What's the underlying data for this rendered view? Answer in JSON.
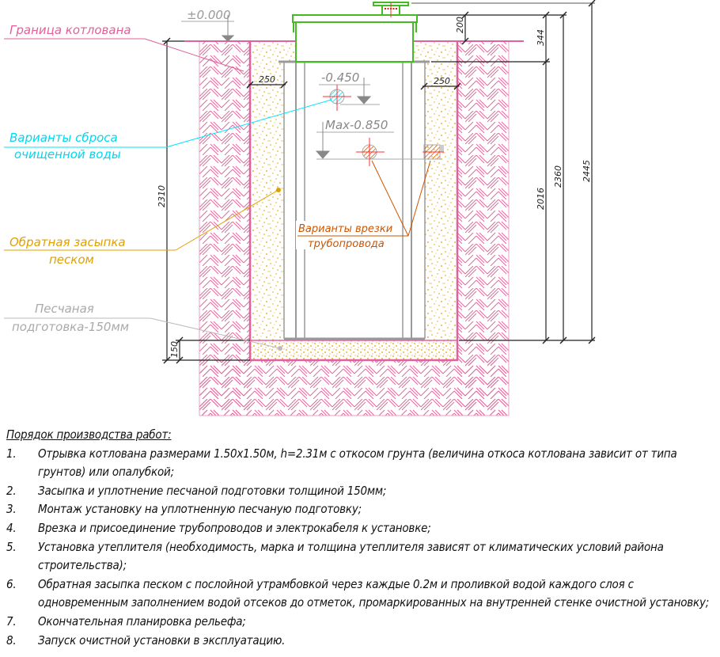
{
  "drawing": {
    "level_zero": "±0.000",
    "level_outlet": "-0.450",
    "level_inlet": "Max-0.850",
    "dims": {
      "d200": "200",
      "d344": "344",
      "d2016": "2016",
      "d2360": "2360",
      "d2445": "2445",
      "d2310": "2310",
      "d150": "150",
      "d250_left": "250",
      "d250_right": "250"
    },
    "labels": {
      "pit_boundary": "Граница котлована",
      "discharge_1": "Варианты сброса",
      "discharge_2": "очищенной воды",
      "backfill_1": "Обратная засыпка",
      "backfill_2": "песком",
      "bedding_1": "Песчаная",
      "bedding_2": "подготовка-150мм",
      "tapping_1": "Варианты врезки",
      "tapping_2": "трубопровода"
    },
    "colors": {
      "soil": "#e0609a",
      "sand": "#e0a000",
      "lid": "#44bb22",
      "discharge": "#00e5ff",
      "tapping": "#cc5500",
      "dim": "#222222",
      "tank": "#9a9a9a"
    }
  },
  "notes": {
    "title": "Порядок производства работ:",
    "items": [
      {
        "num": "1.",
        "text": "Отрывка котлована размерами 1.50x1.50м, h=2.31м с откосом грунта (величина откоса котлована зависит от типа грунтов) или опалубкой;"
      },
      {
        "num": "2.",
        "text": "Засыпка и уплотнение песчаной подготовки толщиной 150мм;"
      },
      {
        "num": "3.",
        "text": "Монтаж установку на уплотненную песчаную подготовку;"
      },
      {
        "num": "4.",
        "text": "Врезка и присоединение трубопроводов и электрокабеля к установке;"
      },
      {
        "num": "5.",
        "text": "Установка утеплителя (необходимость, марка и толщина утеплителя зависят от климатических условий района строительства);"
      },
      {
        "num": "6.",
        "text": "Обратная засыпка песком с послойной утрамбовкой через каждые 0.2м и проливкой водой каждого слоя с одновременным заполнением водой отсеков до отметок, промаркированных на внутренней стенке очистной установку;"
      },
      {
        "num": "7.",
        "text": "Окончательная планировка рельефа;"
      },
      {
        "num": "8.",
        "text": "Запуск очистной установки в эксплуатацию."
      }
    ]
  }
}
